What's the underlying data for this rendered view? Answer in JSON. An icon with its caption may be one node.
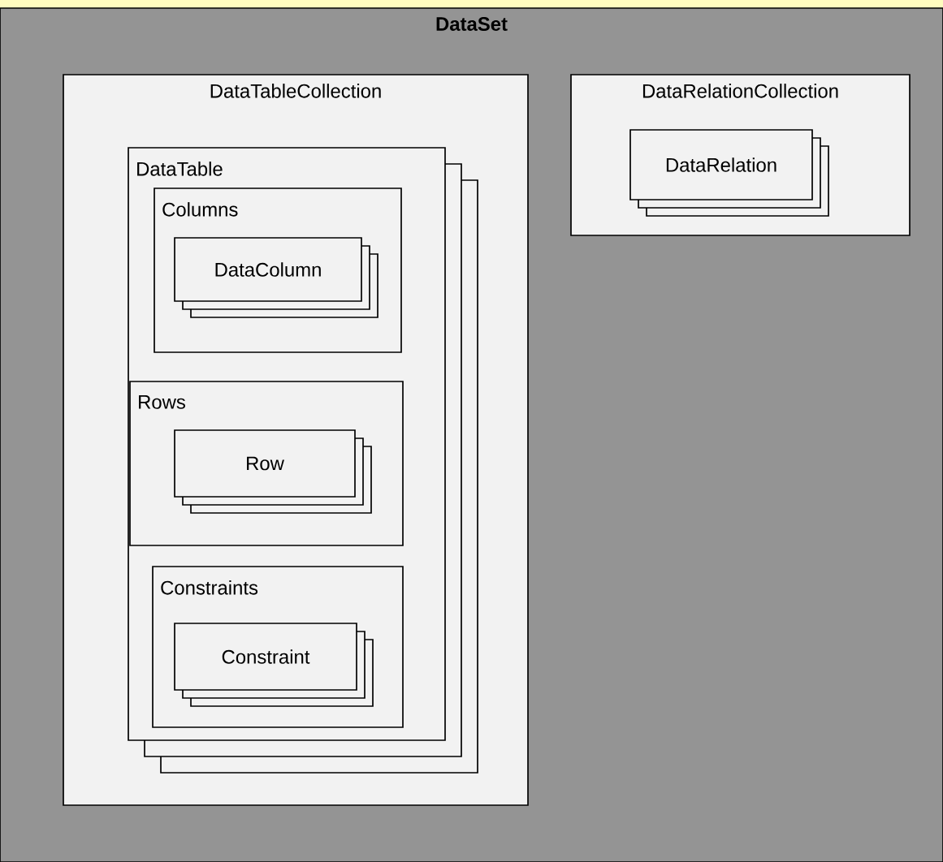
{
  "diagram": {
    "nodes": [
      {
        "text": [
          "DataSet"
        ]
      },
      {
        "text": [
          "DataTableCollection"
        ],
        "in": 0
      },
      {
        "text": [
          "DataTable"
        ],
        "in": 1
      },
      {
        "text": [
          "Columns"
        ],
        "in": 2
      },
      {
        "text": [
          "DataColumn"
        ],
        "in": 3
      },
      {
        "text": [
          "Rows"
        ],
        "in": 2
      },
      {
        "text": [
          "Row"
        ],
        "in": 5
      },
      {
        "text": [
          "Constraints"
        ],
        "in": 2
      },
      {
        "text": [
          "Constraint"
        ],
        "in": 7
      },
      {
        "text": [
          "DataRelationCollection"
        ],
        "in": 0
      },
      {
        "text": [
          "DataRelation"
        ],
        "in": 9
      }
    ]
  }
}
